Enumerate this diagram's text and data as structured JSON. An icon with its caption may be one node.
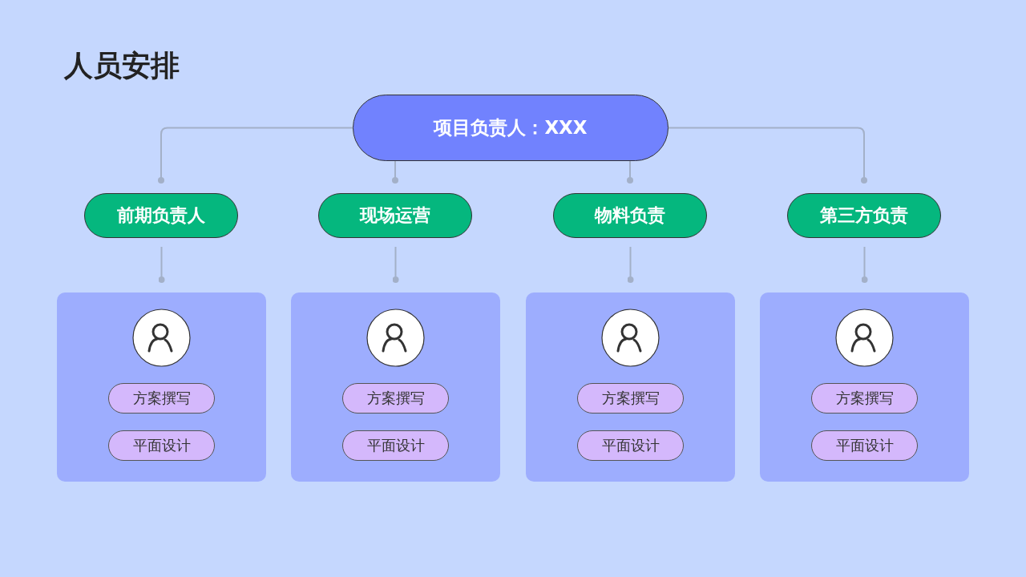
{
  "diagram": {
    "title": "人员安排",
    "nodes": [
      {
        "text": [
          "项目负责人：XXX"
        ]
      },
      {
        "text": [
          "前期负责人"
        ]
      },
      {
        "text": [
          "现场运营"
        ]
      },
      {
        "text": [
          "物料负责"
        ]
      },
      {
        "text": [
          "第三方负责"
        ]
      },
      {
        "text": [],
        "shape": "box"
      },
      {
        "text": [
          "方案撰写"
        ],
        "in": 5
      },
      {
        "text": [
          "平面设计"
        ],
        "in": 5
      },
      {
        "text": [],
        "shape": "box"
      },
      {
        "text": [
          "方案撰写"
        ],
        "in": 8
      },
      {
        "text": [
          "平面设计"
        ],
        "in": 8
      },
      {
        "text": [],
        "shape": "box"
      },
      {
        "text": [
          "方案撰写"
        ],
        "in": 11
      },
      {
        "text": [
          "平面设计"
        ],
        "in": 11
      },
      {
        "text": [],
        "shape": "box"
      },
      {
        "text": [
          "方案撰写"
        ],
        "in": 14
      },
      {
        "text": [
          "平面设计"
        ],
        "in": 14
      }
    ],
    "edges": [
      {
        "from": 0,
        "to": 1,
        "arrow": "other"
      },
      {
        "from": 0,
        "to": 2,
        "arrow": "other"
      },
      {
        "from": 0,
        "to": 3,
        "arrow": "other"
      },
      {
        "from": 0,
        "to": 4,
        "arrow": "other"
      },
      {
        "from": 1,
        "to": 5,
        "arrow": "other"
      },
      {
        "from": 2,
        "to": 8,
        "arrow": "other"
      },
      {
        "from": 3,
        "to": 11,
        "arrow": "other"
      },
      {
        "from": 4,
        "to": 14,
        "arrow": "other"
      }
    ]
  }
}
